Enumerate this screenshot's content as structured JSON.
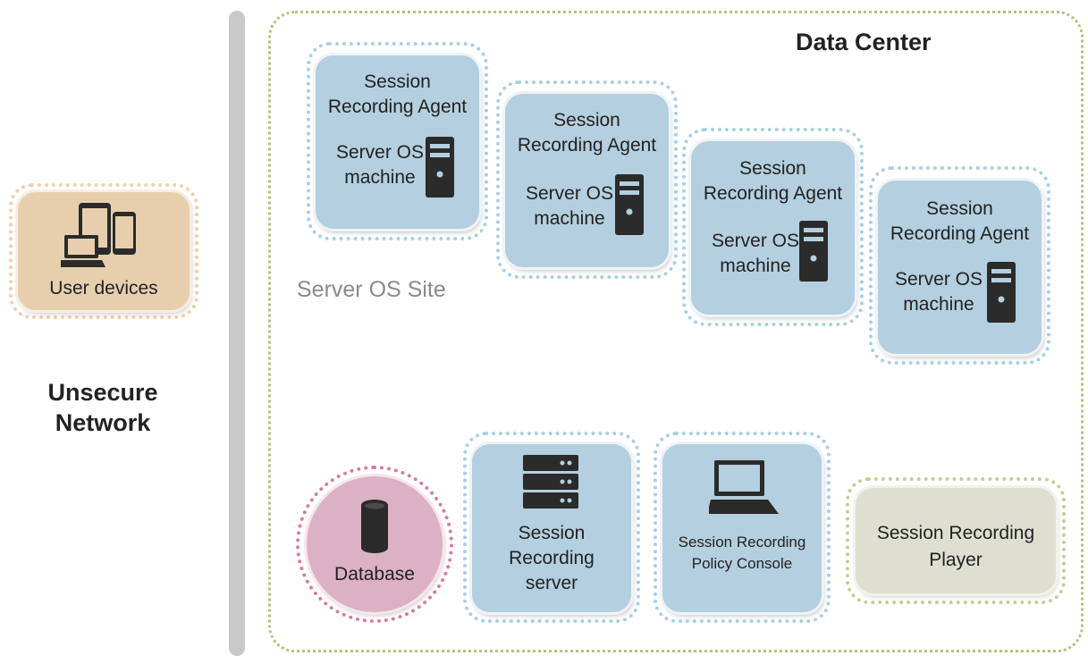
{
  "diagram": {
    "left_zone": {
      "title": "Unsecure Network",
      "user_devices_label": "User devices"
    },
    "data_center": {
      "title": "Data Center",
      "site_label": "Server OS Site",
      "agents": [
        {
          "title": "Session Recording Agent",
          "machine": "Server OS machine"
        },
        {
          "title": "Session Recording Agent",
          "machine": "Server OS machine"
        },
        {
          "title": "Session Recording Agent",
          "machine": "Server OS machine"
        },
        {
          "title": "Session Recording Agent",
          "machine": "Server OS machine"
        }
      ],
      "database_label": "Database",
      "server_label": "Session Recording server",
      "policy_console_label": "Session Recording Policy Console",
      "player_label": "Session Recording Player"
    },
    "colors": {
      "agent_card": "#b4cfdf",
      "user_devices_card": "#e7cfae",
      "database_circle": "#dcb1c3",
      "player_card": "#dedfd0",
      "divider": "#c9c9c9",
      "icon": "#2b2b2b"
    },
    "icons": {
      "devices": "devices-icon",
      "tower": "server-tower-icon",
      "database": "database-icon",
      "rack": "server-rack-icon",
      "laptop": "laptop-icon"
    }
  }
}
